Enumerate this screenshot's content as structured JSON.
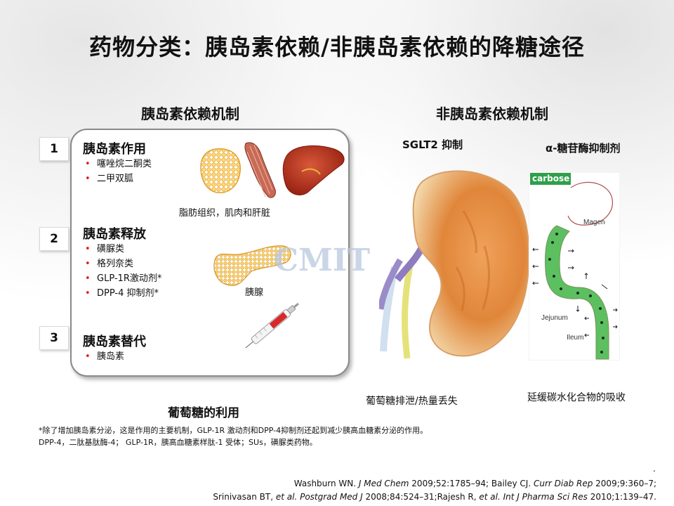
{
  "title": "药物分类：胰岛素依赖/非胰岛素依赖的降糖途径",
  "left_section": {
    "heading": "胰岛素依赖机制",
    "footer_label": "葡萄糖的利用",
    "groups": [
      {
        "number": "1",
        "heading": "胰岛素作用",
        "items": [
          "噻唑烷二酮类",
          "二甲双胍"
        ],
        "caption": "脂肪组织，肌肉和肝脏"
      },
      {
        "number": "2",
        "heading": "胰岛素释放",
        "items": [
          "磺脲类",
          "格列奈类",
          "GLP-1R激动剂*",
          "DPP-4 抑制剂*"
        ],
        "caption": "胰腺"
      },
      {
        "number": "3",
        "heading": "胰岛素替代",
        "items": [
          "胰岛素"
        ]
      }
    ]
  },
  "right_section": {
    "heading": "非胰岛素依赖机制",
    "sglt2": {
      "heading": "SGLT2 抑制",
      "caption": "葡萄糖排泄/热量丢失"
    },
    "alpha": {
      "heading": "α-糖苷酶抑制剂",
      "caption": "延缓碳水化合物的吸收",
      "tag": "carbose",
      "labels": {
        "magen": "Magen",
        "jejunum": "Jejunum",
        "ileum": "Ileum"
      }
    }
  },
  "watermark": "CMIT",
  "footnotes": [
    "*除了增加胰岛素分泌，这是作用的主要机制，GLP-1R 激动剂和DPP-4抑制剂还起到减少胰高血糖素分泌的作用。",
    "DPP-4，二肽基肽酶-4； GLP-1R，胰高血糖素样肽-1 受体；SUs，磺脲类药物。"
  ],
  "references": {
    "dot": ".",
    "line1": [
      {
        "text": "Washburn WN. ",
        "italic": false
      },
      {
        "text": "J Med Chem",
        "italic": true
      },
      {
        "text": " 2009;52:1785–94;  Bailey CJ. ",
        "italic": false
      },
      {
        "text": "Curr Diab Rep",
        "italic": true
      },
      {
        "text": " 2009;9:360–7;",
        "italic": false
      }
    ],
    "line2": [
      {
        "text": "Srinivasan BT, ",
        "italic": false
      },
      {
        "text": "et al. Postgrad Med J",
        "italic": true
      },
      {
        "text": " 2008;84:524–31;Rajesh  R, ",
        "italic": false
      },
      {
        "text": "et al. Int J Pharma Sci Res",
        "italic": true
      },
      {
        "text": " 2010;1:139–47.",
        "italic": false
      }
    ]
  },
  "colors": {
    "bullet": "#e01a1a",
    "carbose_green": "#2f9f4a",
    "intestine_green": "#5cc060",
    "kidney_orange": "#e0863a",
    "liver_red": "#b5301c"
  }
}
